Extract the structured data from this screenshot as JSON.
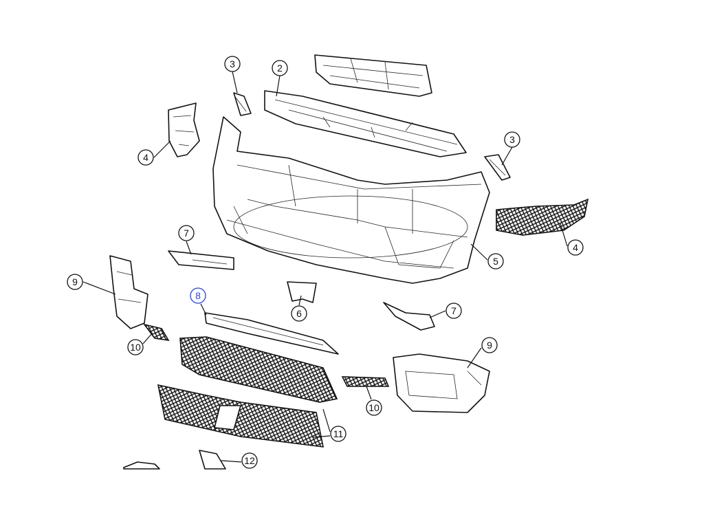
{
  "diagram": {
    "title": "Front bumper fascia and grilles exploded parts view",
    "highlight_color": "#2a3fd6",
    "callouts": [
      {
        "id": "c3a",
        "label": "3"
      },
      {
        "id": "c2",
        "label": "2"
      },
      {
        "id": "c4a",
        "label": "4"
      },
      {
        "id": "c3b",
        "label": "3"
      },
      {
        "id": "c4b",
        "label": "4"
      },
      {
        "id": "c7a",
        "label": "7"
      },
      {
        "id": "c5",
        "label": "5"
      },
      {
        "id": "c9a",
        "label": "9"
      },
      {
        "id": "c8",
        "label": "8",
        "highlighted": true
      },
      {
        "id": "c6",
        "label": "6"
      },
      {
        "id": "c7b",
        "label": "7"
      },
      {
        "id": "c10a",
        "label": "10"
      },
      {
        "id": "c9b",
        "label": "9"
      },
      {
        "id": "c10b",
        "label": "10"
      },
      {
        "id": "c11",
        "label": "11"
      },
      {
        "id": "c12",
        "label": "12"
      }
    ]
  }
}
